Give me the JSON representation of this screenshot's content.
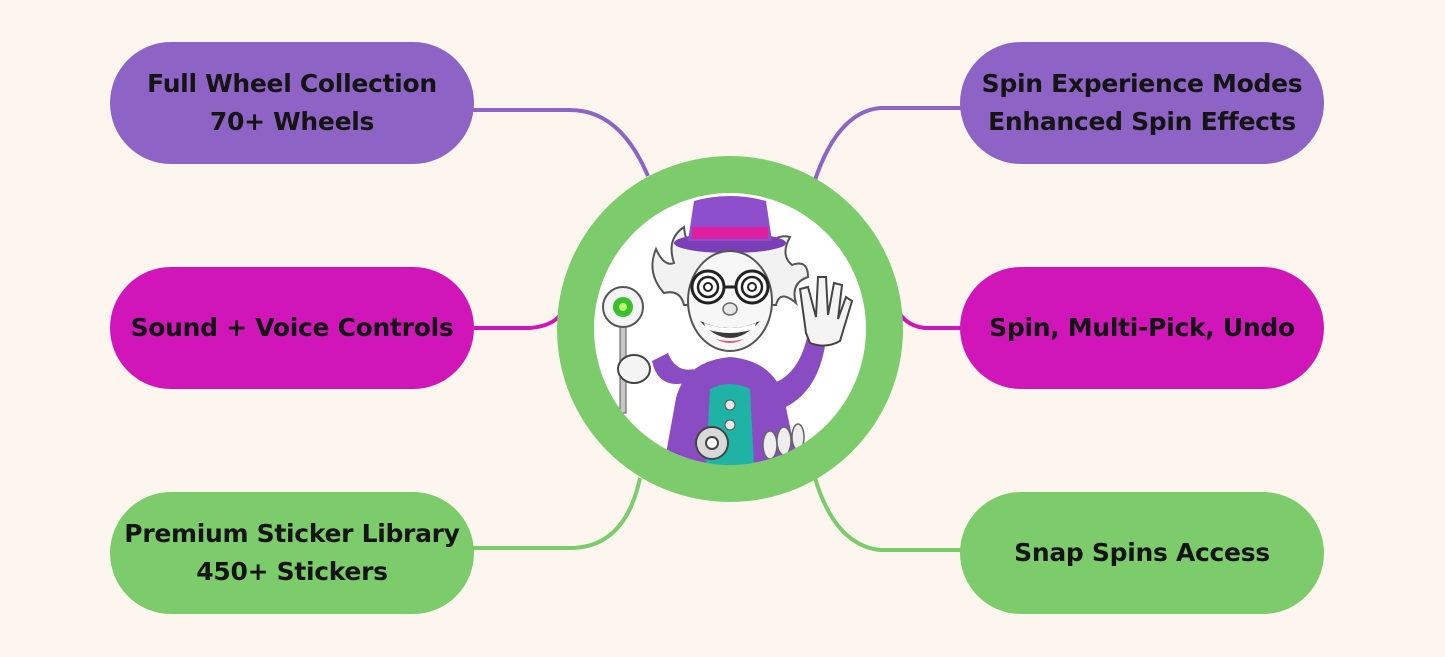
{
  "colors": {
    "background": "#fdf6ee",
    "purple": "#8e63c6",
    "magenta": "#d116b9",
    "green": "#7ccc6c",
    "text": "#141414"
  },
  "hub": {
    "image": "wizard-mascot",
    "ring_color": "#7ccc6c"
  },
  "nodes": {
    "top_left": {
      "line1": "Full Wheel Collection",
      "line2": "70+ Wheels",
      "color": "#8e63c6"
    },
    "middle_left": {
      "line1": "Sound + Voice Controls",
      "color": "#d116b9"
    },
    "bottom_left": {
      "line1": "Premium Sticker Library",
      "line2": "450+ Stickers",
      "color": "#7ccc6c"
    },
    "top_right": {
      "line1": "Spin Experience Modes",
      "line2": "Enhanced Spin Effects",
      "color": "#8e63c6"
    },
    "middle_right": {
      "line1": "Spin, Multi-Pick, Undo",
      "color": "#d116b9"
    },
    "bottom_right": {
      "line1": "Snap Spins Access",
      "color": "#7ccc6c"
    }
  }
}
